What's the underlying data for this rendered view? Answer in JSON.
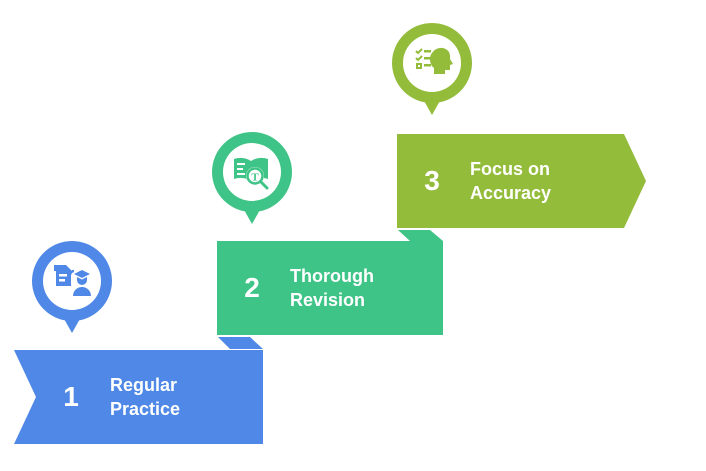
{
  "title": "Three steps staircase",
  "colors": {
    "step1": "#4f88e6",
    "step2": "#3ec486",
    "step3": "#94bc3b",
    "text": "#ffffff"
  },
  "steps": [
    {
      "number": "1",
      "label_line1": "Regular",
      "label_line2": "Practice",
      "icon": "study-document-graduate-icon",
      "color": "#4f88e6"
    },
    {
      "number": "2",
      "label_line1": "Thorough",
      "label_line2": "Revision",
      "icon": "book-magnifier-icon",
      "color": "#3ec486"
    },
    {
      "number": "3",
      "label_line1": "Focus on",
      "label_line2": "Accuracy",
      "icon": "checklist-head-icon",
      "color": "#94bc3b"
    }
  ]
}
